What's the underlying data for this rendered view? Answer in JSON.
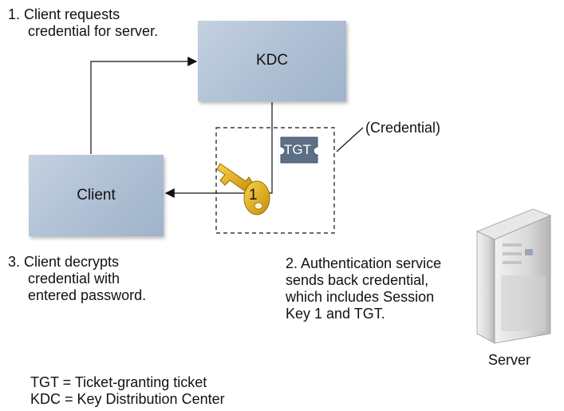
{
  "step1": {
    "lines": [
      "1. Client requests",
      "credential for server."
    ]
  },
  "step2": {
    "lines": [
      "2. Authentication service",
      "sends back credential,",
      "which includes Session",
      "Key 1 and TGT."
    ]
  },
  "step3": {
    "lines": [
      "3. Client decrypts",
      "credential with",
      "entered password."
    ]
  },
  "kdc": {
    "label": "KDC"
  },
  "client": {
    "label": "Client"
  },
  "server": {
    "label": "Server"
  },
  "credential": {
    "label": "(Credential)",
    "ticket": "TGT"
  },
  "key": {
    "number": "1"
  },
  "legend": {
    "tgt": "TGT = Ticket-granting ticket",
    "kdc": "KDC = Key Distribution Center"
  },
  "colors": {
    "box": "#b2c2d6",
    "ticket": "#5d6f86",
    "key": "#e3b01f",
    "server": "#d7d7d7"
  },
  "icons": {
    "key": "key-icon",
    "ticket": "ticket-icon",
    "server": "server-tower-icon"
  }
}
